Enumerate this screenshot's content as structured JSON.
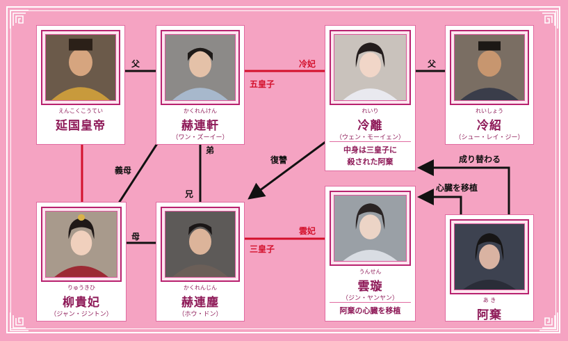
{
  "characters": {
    "emperor": {
      "reading": "えんこくこうてい",
      "name": "延国皇帝",
      "actor": "",
      "photo_icon": "emperor-portrait"
    },
    "he_lianxuan": {
      "reading": "かくれんけん",
      "name": "赫連軒",
      "actor": "（ワン・ズーイー）",
      "photo_icon": "man-portrait"
    },
    "leng_li": {
      "reading": "れいり",
      "name": "冷離",
      "actor": "（ウェン・モーイェン）",
      "photo_icon": "woman-portrait"
    },
    "leng_shao": {
      "reading": "れいしょう",
      "name": "冷紹",
      "actor": "（シュー・レイ・ジー）",
      "photo_icon": "man-portrait"
    },
    "liu_guifei": {
      "reading": "りゅうきひ",
      "name": "柳貴妃",
      "actor": "（ジャン・ジントン）",
      "photo_icon": "woman-portrait"
    },
    "he_lianchen": {
      "reading": "かくれんじん",
      "name": "赫連塵",
      "actor": "（ホウ・ドン）",
      "photo_icon": "man-portrait"
    },
    "yun_xuan": {
      "reading": "うんせん",
      "name": "雲璇",
      "actor": "（ジン・ヤンヤン）",
      "photo_icon": "woman-portrait"
    },
    "a_qi": {
      "reading": "あ き",
      "name": "阿棄",
      "actor": "",
      "photo_icon": "woman-portrait"
    }
  },
  "notes": {
    "leng_li": [
      "中身は三皇子に",
      "殺された阿棄"
    ],
    "yun_xuan": [
      "阿棄の心臓を移植"
    ]
  },
  "relations": {
    "father_emperor": "父",
    "father_lengshao": "父",
    "reiki": "冷妃",
    "fifth_prince": "五皇子",
    "younger_brother": "弟",
    "older_brother": "兄",
    "stepmother": "義母",
    "mother": "母",
    "revenge": "復讐",
    "unki": "雲妃",
    "third_prince": "三皇子",
    "replace": "成り替わる",
    "heart_transplant": "心臓を移植"
  },
  "colors": {
    "background": "#f5a3c2",
    "accent": "#b8226f",
    "red_line": "#d3102b",
    "black_line": "#111111"
  }
}
